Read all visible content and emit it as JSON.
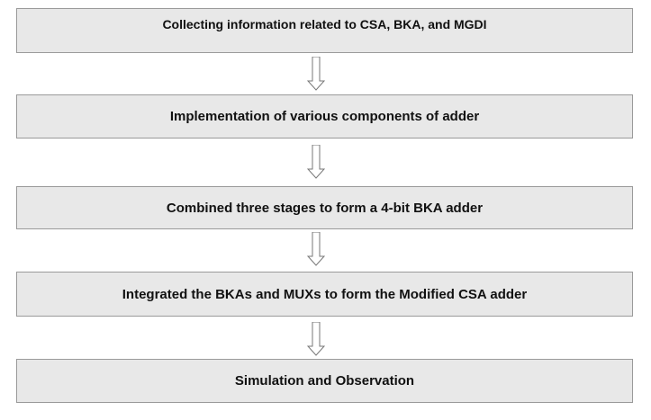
{
  "flowchart": {
    "steps": [
      {
        "label": "Collecting information related to CSA, BKA, and MGDI"
      },
      {
        "label": "Implementation of various components of adder"
      },
      {
        "label": "Combined three stages to form a 4-bit BKA adder"
      },
      {
        "label": "Integrated the BKAs and MUXs to form the Modified CSA adder"
      },
      {
        "label": "Simulation and Observation"
      }
    ]
  },
  "colors": {
    "box_fill": "#e8e8e8",
    "box_border": "#9a9a9a",
    "arrow_fill": "#ffffff",
    "arrow_stroke": "#777777"
  }
}
